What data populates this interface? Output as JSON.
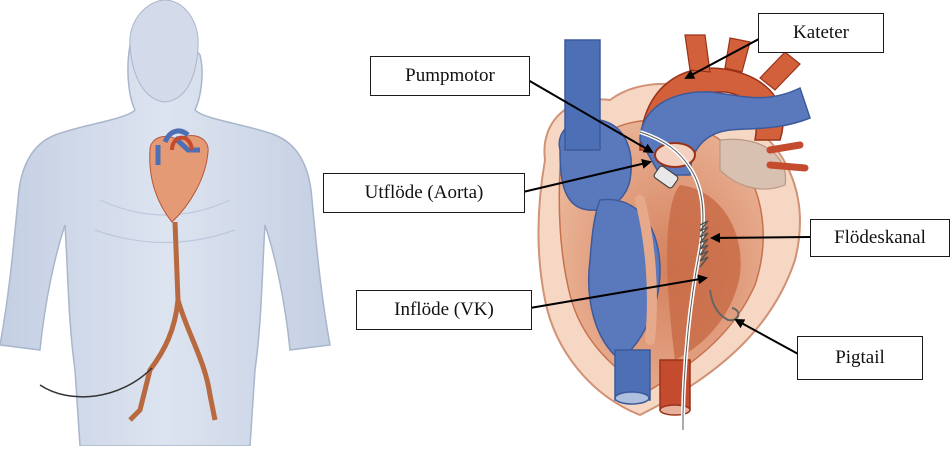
{
  "labels": {
    "kateter": "Kateter",
    "pumpmotor": "Pumpmotor",
    "utflode": "Utflöde (Aorta)",
    "flodeskanal": "Flödeskanal",
    "inflode": "Inflöde (VK)",
    "pigtail": "Pigtail"
  },
  "colors": {
    "body": "#d4dceb",
    "body_outline": "#a9b6cc",
    "vein": "#4d6fb6",
    "artery": "#c85b3a",
    "catheter": "#b2643d",
    "myocardium": "#e7a98b",
    "myocardium_dark": "#c9714d",
    "pericardium": "#f6dccb"
  }
}
